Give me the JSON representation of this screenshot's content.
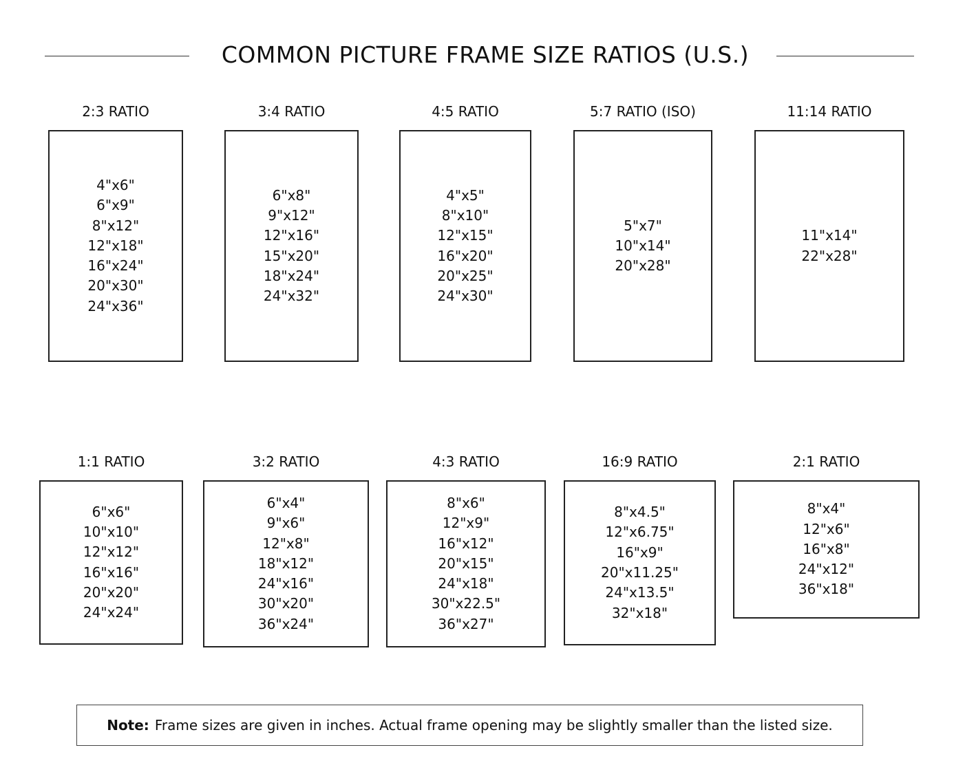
{
  "title": "COMMON PICTURE FRAME SIZE RATIOS (U.S.)",
  "groups": [
    {
      "label": "2:3 RATIO",
      "sizes": [
        "4\"x6\"",
        "6\"x9\"",
        "8\"x12\"",
        "12\"x18\"",
        "16\"x24\"",
        "20\"x30\"",
        "24\"x36\""
      ]
    },
    {
      "label": "3:4 RATIO",
      "sizes": [
        "6\"x8\"",
        "9\"x12\"",
        "12\"x16\"",
        "15\"x20\"",
        "18\"x24\"",
        "24\"x32\""
      ]
    },
    {
      "label": "4:5 RATIO",
      "sizes": [
        "4\"x5\"",
        "8\"x10\"",
        "12\"x15\"",
        "16\"x20\"",
        "20\"x25\"",
        "24\"x30\""
      ]
    },
    {
      "label": "5:7 RATIO (ISO)",
      "sizes": [
        "5\"x7\"",
        "10\"x14\"",
        "20\"x28\""
      ]
    },
    {
      "label": "11:14 RATIO",
      "sizes": [
        "11\"x14\"",
        "22\"x28\""
      ]
    },
    {
      "label": "1:1 RATIO",
      "sizes": [
        "6\"x6\"",
        "10\"x10\"",
        "12\"x12\"",
        "16\"x16\"",
        "20\"x20\"",
        "24\"x24\""
      ]
    },
    {
      "label": "3:2 RATIO",
      "sizes": [
        "6\"x4\"",
        "9\"x6\"",
        "12\"x8\"",
        "18\"x12\"",
        "24\"x16\"",
        "30\"x20\"",
        "36\"x24\""
      ]
    },
    {
      "label": "4:3 RATIO",
      "sizes": [
        "8\"x6\"",
        "12\"x9\"",
        "16\"x12\"",
        "20\"x15\"",
        "24\"x18\"",
        "30\"x22.5\"",
        "36\"x27\""
      ]
    },
    {
      "label": "16:9 RATIO",
      "sizes": [
        "8\"x4.5\"",
        "12\"x6.75\"",
        "16\"x9\"",
        "20\"x11.25\"",
        "24\"x13.5\"",
        "32\"x18\""
      ]
    },
    {
      "label": "2:1 RATIO",
      "sizes": [
        "8\"x4\"",
        "12\"x6\"",
        "16\"x8\"",
        "24\"x12\"",
        "36\"x18\""
      ]
    }
  ],
  "note": {
    "label": "Note:",
    "text": "Frame sizes are given in inches. Actual frame opening may be slightly smaller than the listed size."
  }
}
